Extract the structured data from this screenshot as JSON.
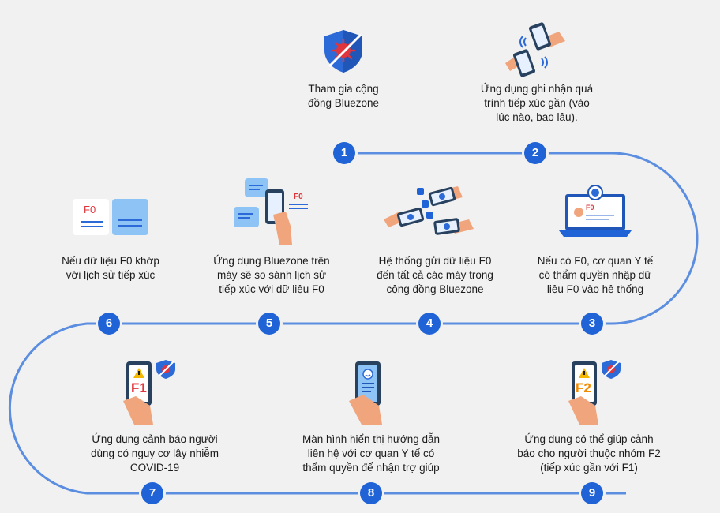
{
  "steps": [
    {
      "num": "1",
      "text": "Tham gia cộng\nđồng Bluezone"
    },
    {
      "num": "2",
      "text": "Ứng dụng ghi nhận quá\ntrình tiếp xúc gần (vào\nlúc nào, bao lâu)."
    },
    {
      "num": "3",
      "text": "Nếu có F0, cơ quan Y tế\ncó thẩm quyền nhập dữ\nliệu F0 vào hệ thống"
    },
    {
      "num": "4",
      "text": "Hệ thống gửi dữ liệu F0\nđến tất cả các máy trong\ncộng đồng Bluezone"
    },
    {
      "num": "5",
      "text": "Ứng dụng Bluezone trên\nmáy sẽ so sánh lịch sử\ntiếp xúc với dữ liệu F0"
    },
    {
      "num": "6",
      "text": "Nếu dữ liệu F0 khớp\nvới lịch sử tiếp xúc"
    },
    {
      "num": "7",
      "text": "Ứng dụng cảnh báo người\ndùng có nguy cơ lây nhiễm\nCOVID-19"
    },
    {
      "num": "8",
      "text": "Màn hình hiển thị hướng dẫn\nliên hệ với cơ quan Y tế có\nthẩm quyền để nhận trợ giúp"
    },
    {
      "num": "9",
      "text": "Ứng dụng có thể giúp cảnh\nbáo cho người thuộc nhóm F2\n(tiếp xúc gần với F1)"
    }
  ],
  "labels": {
    "f0_card": "F0",
    "f0_phone": "F0",
    "f0_laptop": "F0",
    "f1": "F1",
    "f2": "F2"
  },
  "colors": {
    "path": "#5b8ee0",
    "badge": "#1f63d6",
    "virus": "#e0353c",
    "hand": "#f0a57d"
  }
}
